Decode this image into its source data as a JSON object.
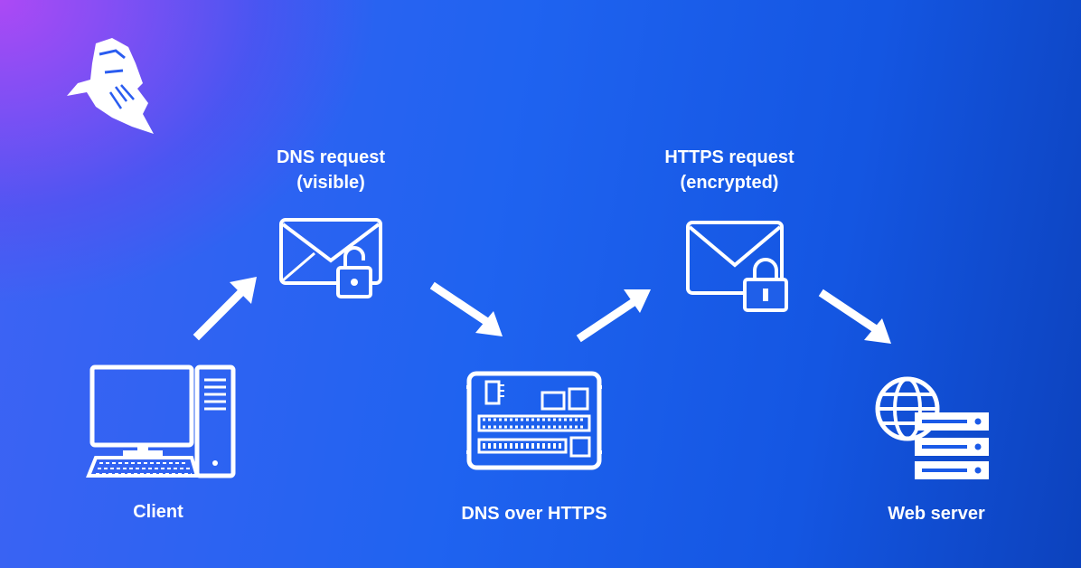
{
  "brand": {
    "logo_icon": "bearded-head-logo"
  },
  "diagram": {
    "steps": {
      "dns_request": {
        "line1": "DNS request",
        "line2": "(visible)",
        "icon": "envelope-open-lock-icon"
      },
      "https_request": {
        "line1": "HTTPS request",
        "line2": "(encrypted)",
        "icon": "envelope-closed-lock-icon"
      }
    },
    "nodes": {
      "client": {
        "label": "Client",
        "icon": "desktop-computer-icon"
      },
      "doh": {
        "label": "DNS over HTTPS",
        "icon": "circuit-board-icon"
      },
      "web_server": {
        "label": "Web server",
        "icon": "globe-server-icon"
      }
    }
  },
  "colors": {
    "foreground": "#ffffff",
    "bg_left": "#3f63f4",
    "bg_right": "#0c42bd",
    "bg_glow": "#b248f5"
  }
}
